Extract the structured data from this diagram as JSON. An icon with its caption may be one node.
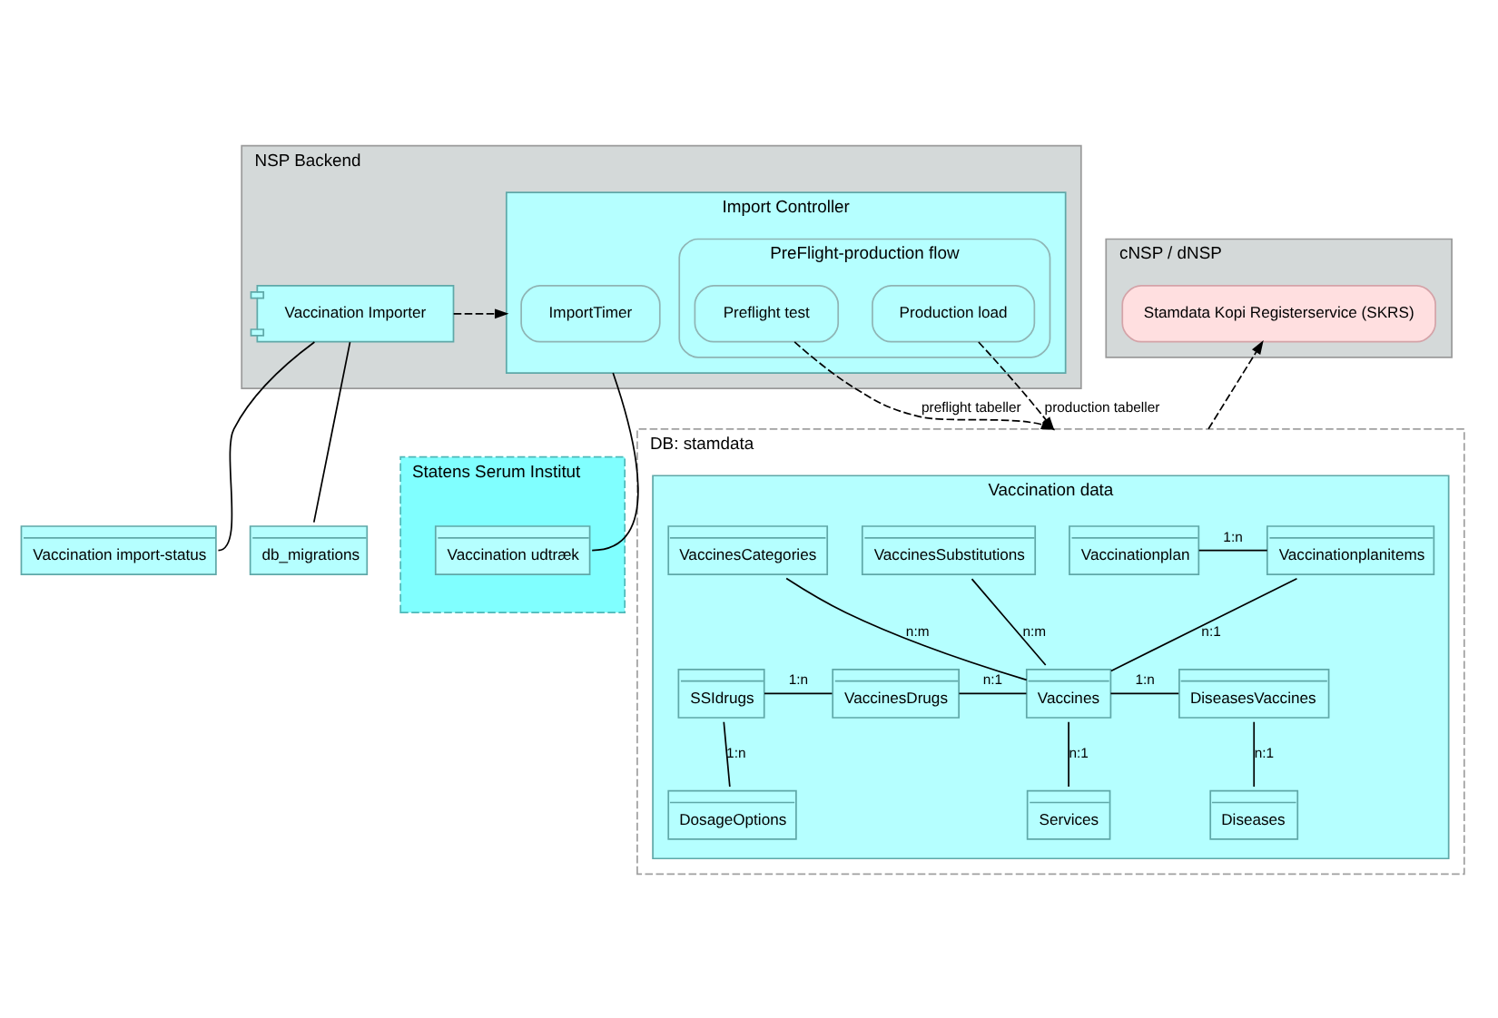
{
  "diagram": {
    "nodes": [
      {
        "text": [
          "NSP Backend"
        ]
      },
      {
        "text": [
          "Vaccination Importer"
        ],
        "in": 0
      },
      {
        "text": [
          "Import Controller"
        ],
        "in": 0
      },
      {
        "text": [
          "ImportTimer"
        ],
        "in": 2
      },
      {
        "text": [
          "PreFlight-production flow"
        ],
        "in": 2
      },
      {
        "text": [
          "Preflight test"
        ],
        "in": 4
      },
      {
        "text": [
          "Production load"
        ],
        "in": 4
      },
      {
        "text": [
          "cNSP / dNSP"
        ]
      },
      {
        "text": [
          "Stamdata Kopi Registerservice (SKRS)"
        ],
        "in": 7
      },
      {
        "text": [
          "Vaccination import-status"
        ]
      },
      {
        "text": [
          "db_migrations"
        ]
      },
      {
        "text": [
          "Statens Serum Institut"
        ]
      },
      {
        "text": [
          "Vaccination udtræk"
        ],
        "in": 11
      },
      {
        "text": [
          "DB: stamdata"
        ]
      },
      {
        "text": [
          "Vaccination data"
        ],
        "in": 13
      },
      {
        "text": [
          "Vaccinationplan"
        ],
        "in": 14
      },
      {
        "text": [
          "Vaccinationplanitems"
        ],
        "in": 14
      },
      {
        "text": [
          "VaccinesSubstitutions"
        ],
        "in": 14
      },
      {
        "text": [
          "VaccinesCategories"
        ],
        "in": 14
      },
      {
        "text": [
          "SSIdrugs"
        ],
        "in": 14
      },
      {
        "text": [
          "VaccinesDrugs"
        ],
        "in": 14
      },
      {
        "text": [
          "Vaccines"
        ],
        "in": 14
      },
      {
        "text": [
          "DiseasesVaccines"
        ],
        "in": 14
      },
      {
        "text": [
          "DosageOptions"
        ],
        "in": 14
      },
      {
        "text": [
          "Services"
        ],
        "in": 14
      },
      {
        "text": [
          "Diseases"
        ],
        "in": 14
      }
    ],
    "edges": [
      {
        "from": 1,
        "to": 2,
        "arrow": "to",
        "style": "dashed"
      },
      {
        "from": 1,
        "to": 9,
        "arrow": "none"
      },
      {
        "from": 1,
        "to": 10,
        "arrow": "none"
      },
      {
        "from": 2,
        "to": 12,
        "arrow": "none"
      },
      {
        "from": 5,
        "to": 13,
        "arrow": "to",
        "label": "preflight tabeller",
        "style": "dashed"
      },
      {
        "from": 6,
        "to": 13,
        "arrow": "to",
        "label": "production tabeller",
        "style": "dashed"
      },
      {
        "from": 13,
        "to": 8,
        "arrow": "to",
        "style": "dashed"
      },
      {
        "from": 15,
        "to": 16,
        "arrow": "none",
        "label": "1:n"
      },
      {
        "from": 16,
        "to": 21,
        "arrow": "none",
        "label": "n:1"
      },
      {
        "from": 17,
        "to": 21,
        "arrow": "none",
        "label": "n:m"
      },
      {
        "from": 18,
        "to": 21,
        "arrow": "none",
        "label": "n:m"
      },
      {
        "from": 19,
        "to": 20,
        "arrow": "none",
        "label": "1:n"
      },
      {
        "from": 20,
        "to": 21,
        "arrow": "none",
        "label": "n:1"
      },
      {
        "from": 21,
        "to": 22,
        "arrow": "none",
        "label": "1:n"
      },
      {
        "from": 19,
        "to": 23,
        "arrow": "none",
        "label": "1:n"
      },
      {
        "from": 21,
        "to": 24,
        "arrow": "none",
        "label": "n:1"
      },
      {
        "from": 22,
        "to": 25,
        "arrow": "none",
        "label": "n:1"
      }
    ]
  }
}
